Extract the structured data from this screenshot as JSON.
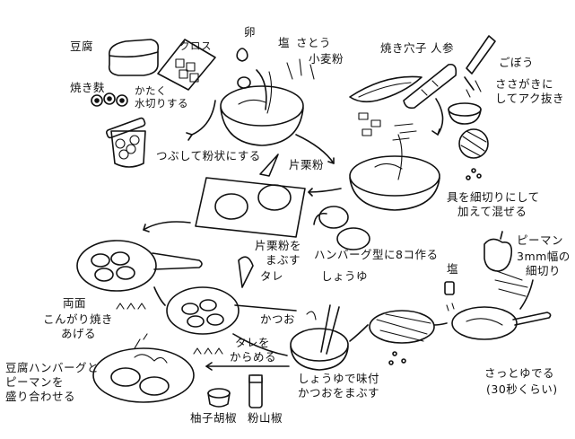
{
  "labels": {
    "tofu": "豆腐",
    "cloth": "クロス",
    "egg": "卵",
    "salt": "塩",
    "sugar": "さとう",
    "flour": "小麦粉",
    "grilled_eel": "焼き穴子",
    "carrot": "人参",
    "burdock": "ごぼう",
    "shave_soak_line1": "ささがきに",
    "shave_soak_line2": "してアク抜き",
    "yakifu": "焼き麩",
    "drain_line1": "かたく",
    "drain_line2": "水切りする",
    "crush_powder": "つぶして粉状にする",
    "katakuriko_1": "片栗粉",
    "chop_mix_line1": "具を細切りにして",
    "chop_mix_line2": "加えて混ぜる",
    "dust_line1": "片栗粉を",
    "dust_line2": "まぶす",
    "shape_patties": "ハンバーグ型に8コ作る",
    "green_pepper": "ピーマン",
    "pepper_cut_line1": "3mm幅の",
    "pepper_cut_line2": "細切り",
    "salt_2": "塩",
    "tare": "タレ",
    "soy_sauce": "しょうゆ",
    "both_sides_line1": "両面",
    "both_sides_line2": "こんがり焼き",
    "both_sides_line3": "あげる",
    "bonito_flakes": "かつお",
    "coat_sauce_line1": "タレを",
    "coat_sauce_line2": "からめる",
    "quick_boil_line1": "さっとゆでる",
    "quick_boil_line2": "(30秒くらい)",
    "season_line1": "しょうゆで味付",
    "season_line2": "かつおをまぶす",
    "plate_line1": "豆腐ハンバーグと",
    "plate_line2": "ピーマンを",
    "plate_line3": "盛り合わせる",
    "yuzu_kosho": "柚子胡椒",
    "sansho": "粉山椒"
  }
}
